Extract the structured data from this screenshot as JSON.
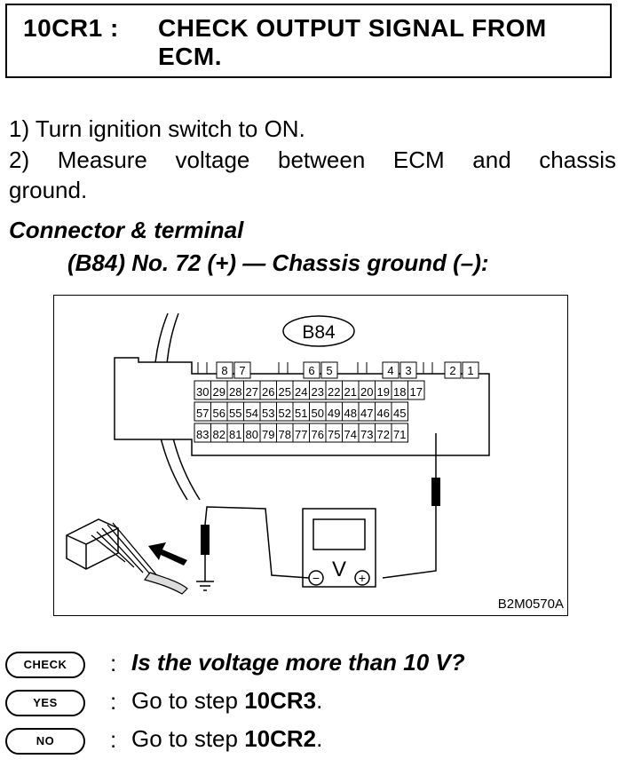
{
  "header": {
    "step_id": "10CR1 :",
    "title_line1": "CHECK OUTPUT SIGNAL FROM",
    "title_line2": "ECM."
  },
  "instructions": {
    "step1": "1) Turn ignition switch to ON.",
    "step2a": "2) Measure voltage between ECM and chassis",
    "step2b": "ground."
  },
  "connector": {
    "heading": "Connector & terminal",
    "detail": "(B84) No. 72 (+) — Chassis ground (–):"
  },
  "diagram": {
    "connector_label": "B84",
    "meter_symbol": "V",
    "minus_sign": "−",
    "plus_sign": "+",
    "figure_code": "B2M0570A",
    "top_row": [
      "8",
      "7",
      "6",
      "5",
      "4",
      "3",
      "2",
      "1"
    ],
    "row1": [
      "30",
      "29",
      "28",
      "27",
      "26",
      "25",
      "24",
      "23",
      "22",
      "21",
      "20",
      "19",
      "18",
      "17"
    ],
    "row2": [
      "57",
      "56",
      "55",
      "54",
      "53",
      "52",
      "51",
      "50",
      "49",
      "48",
      "47",
      "46",
      "45"
    ],
    "row3": [
      "83",
      "82",
      "81",
      "80",
      "79",
      "78",
      "77",
      "76",
      "75",
      "74",
      "73",
      "72",
      "71"
    ]
  },
  "answers": [
    {
      "badge": "CHECK",
      "colon": ":",
      "prefix": "",
      "text": "Is the voltage more than 10 V?",
      "ref": ""
    },
    {
      "badge": "YES",
      "colon": ":",
      "prefix": "Go to step ",
      "text": "",
      "ref": "10CR3",
      "suffix": "."
    },
    {
      "badge": "NO",
      "colon": ":",
      "prefix": "Go to step ",
      "text": "",
      "ref": "10CR2",
      "suffix": "."
    }
  ]
}
